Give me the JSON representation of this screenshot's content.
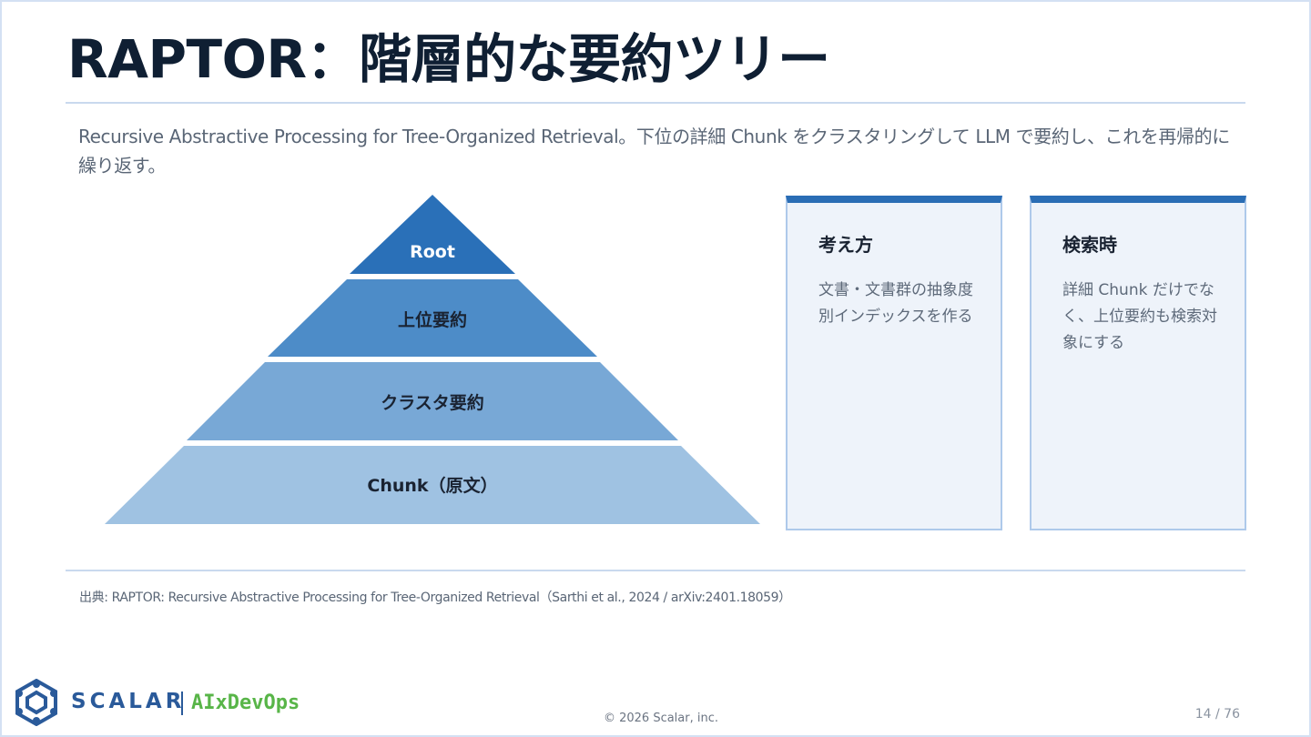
{
  "slide": {
    "title": "RAPTOR：階層的な要約ツリー",
    "lead": "Recursive Abstractive Processing for Tree-Organized Retrieval。下位の詳細 Chunk をクラスタリングして LLM で要約し、これを再帰的に繰り返す。",
    "pyramid": {
      "tiers": [
        {
          "label": "Root",
          "color": "#2a70b8"
        },
        {
          "label": "上位要約",
          "color": "#4d8cc8"
        },
        {
          "label": "クラスタ要約",
          "color": "#78a8d6"
        },
        {
          "label": "Chunk（原文）",
          "color": "#9fc2e2"
        }
      ]
    },
    "cards": [
      {
        "title": "考え方",
        "body": "文書・文書群の抽象度別インデックスを作る"
      },
      {
        "title": "検索時",
        "body": "詳細 Chunk だけでなく、上位要約も検索対象にする"
      }
    ],
    "source": "出典: RAPTOR: Recursive Abstractive Processing for Tree-Organized Retrieval（Sarthi et al., 2024 / arXiv:2401.18059）"
  },
  "footer": {
    "brand": "SCALAR",
    "brand_sub": "AIxDevOps",
    "copyright": "© 2026 Scalar, inc.",
    "page": "14 / 76"
  },
  "colors": {
    "accent": "#2a6db5",
    "title": "#0f1f33",
    "card_bg": "#eef3fa",
    "brand_green": "#58b548"
  }
}
